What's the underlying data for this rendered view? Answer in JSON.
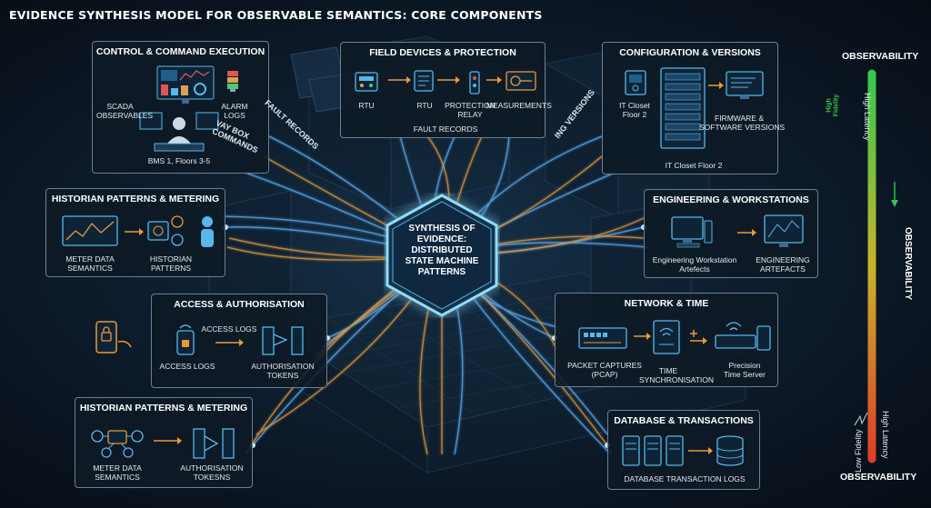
{
  "title": "EVIDENCE SYNTHESIS MODEL FOR OBSERVABLE SEMANTICS: CORE COMPONENTS",
  "hub": {
    "lines": [
      "SYNTHESIS OF",
      "EVIDENCE:",
      "DISTRIBUTED",
      "STATE MACHINE",
      "PATTERNS"
    ]
  },
  "panels": {
    "control": {
      "title": "CONTROL & COMMAND EXECUTION",
      "labels": {
        "scada": "SCADA\nOBSERVABLES",
        "alarm": "ALARM\nLOGS",
        "bms": "BMS 1, Floors 3-5"
      }
    },
    "field": {
      "title": "FIELD DEVICES & PROTECTION",
      "labels": {
        "rtu1": "RTU",
        "rtu2": "RTU",
        "relay": "PROTECTION\nRELAY",
        "measurements": "MEASUREMENTS",
        "fault": "FAULT RECORDS"
      }
    },
    "config": {
      "title": "CONFIGURATION & VERSIONS",
      "labels": {
        "closet_a": "IT Closet\nFloor 2",
        "firmware": "FIRMWARE &\nSOFTWARE VERSIONS",
        "closet_b": "IT Closet Floor 2"
      }
    },
    "historian_top": {
      "title": "HISTORIAN PATTERNS & METERING",
      "labels": {
        "meter": "METER DATA\nSEMANTICS",
        "patterns": "HISTORIAN\nPATTERNS"
      }
    },
    "engineering": {
      "title": "ENGINEERING & WORKSTATIONS",
      "labels": {
        "workstation": "Engineering Workstation\nArtefects",
        "artefacts": "ENGINEERING\nARTEFACTS"
      }
    },
    "access": {
      "title": "ACCESS & AUTHORISATION",
      "labels": {
        "access_top": "ACCESS LOGS",
        "access": "ACCESS LOGS",
        "tokens": "AUTHORISATION\nTOKENS"
      }
    },
    "network": {
      "title": "NETWORK & TIME",
      "labels": {
        "pcap": "PACKET CAPTURES\n(PCAP)",
        "timesync": "TIME\nSYNCHRONISATION",
        "precision": "Precision\nTime Server"
      }
    },
    "historian_bottom": {
      "title": "HISTORIAN PATTERNS & METERING",
      "labels": {
        "meter": "METER DATA\nSEMANTICS",
        "tokens": "AUTHORISATION\nTOKESNS"
      }
    },
    "database": {
      "title": "DATABASE & TRANSACTIONS",
      "labels": {
        "logs": "DATABASE TRANSACTION LOGS"
      }
    }
  },
  "connector_labels": {
    "commands": "VAY BOX\nCOMMANDS",
    "fault_records": "FAULT RECORDS",
    "versions": "ING VERSIONS"
  },
  "scale": {
    "top_label": "OBSERVABILITY",
    "mid_label": "OBSERVABILITY",
    "bottom_label": "OBSERVABILITY",
    "high_fidelity": "High\nFidelity",
    "high_latency_top": "High Latency",
    "low_fidelity": "Low Fidelity",
    "high_latency_bottom": "High Latency",
    "gradient": {
      "top": "#2fc84f",
      "middle": "#c8b42a",
      "bottom": "#e03a2a"
    }
  },
  "colors": {
    "blue_line": "#5aa9f0",
    "orange_line": "#e69a3c",
    "hub_glow": "#7fd3ff",
    "panel_border": "#6c7f92"
  }
}
